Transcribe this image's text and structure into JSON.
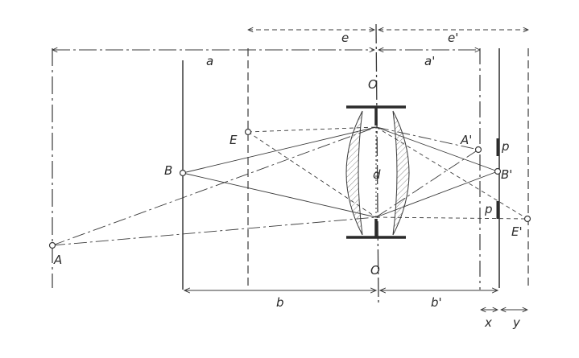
{
  "diagram": {
    "labels": {
      "e": "e",
      "e_prime": "e'",
      "a": "a",
      "a_prime": "a'",
      "axis_top": "O",
      "axis_bottom": "O",
      "point_E": "E",
      "point_B": "B",
      "point_A": "A",
      "aperture": "d",
      "point_A_prime": "A'",
      "point_B_prime": "B'",
      "point_E_prime": "E'",
      "p_top": "p",
      "p_bottom": "p",
      "b": "b",
      "b_prime": "b'",
      "x": "x",
      "y": "y"
    },
    "colors": {
      "ink": "#3a3a3a",
      "background": "#ffffff"
    }
  }
}
